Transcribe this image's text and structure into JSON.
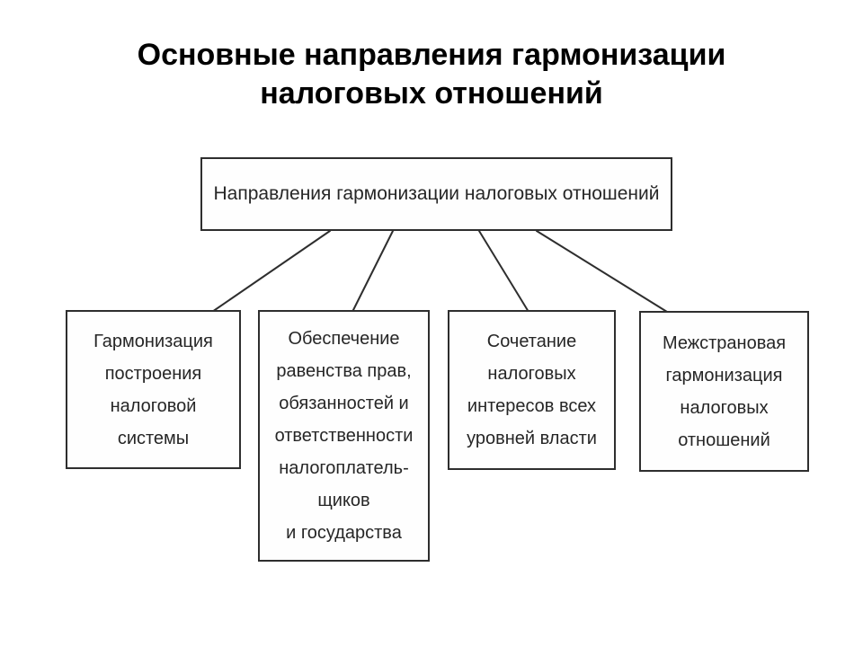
{
  "slide": {
    "title": "Основные направления гармонизации\nналоговых отношений",
    "colors": {
      "background": "#ffffff",
      "title_text": "#000000",
      "box_border": "#2e2e2e",
      "box_text": "#262626",
      "connector_line": "#2e2e2e"
    }
  },
  "diagram": {
    "root": {
      "label": "Направления гармонизации налоговых отношений"
    },
    "branches": [
      {
        "label": "Гармонизация\nпостроения\nналоговой\nсистемы"
      },
      {
        "label": "Обеспечение\nравенства прав,\nобязанностей и\nответственности\nналогоплатель-\nщиков\nи государства"
      },
      {
        "label": "Сочетание\nналоговых\nинтересов всех\nуровней власти"
      },
      {
        "label": "Межстрановая\nгармонизация\nналоговых\nотношений"
      }
    ]
  }
}
